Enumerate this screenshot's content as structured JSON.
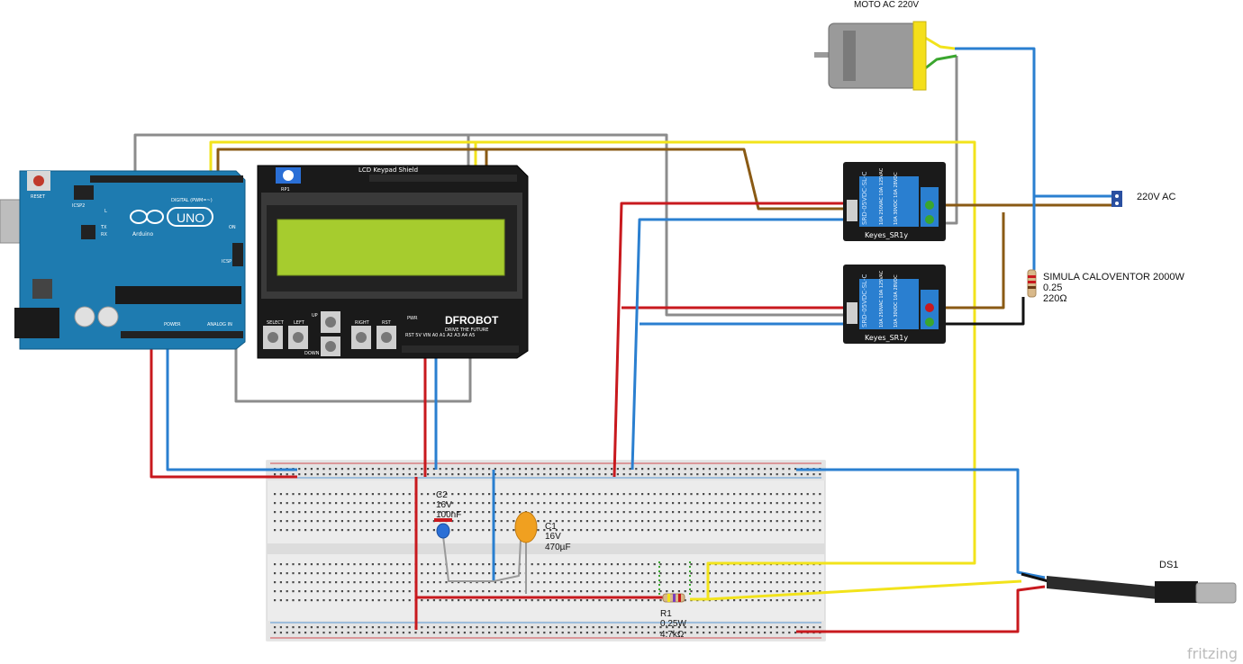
{
  "labels": {
    "motor": "MOTO AC 220V",
    "ac_source": "220V AC",
    "heater_name": "SIMULA CALOVENTOR 2000W",
    "heater_power": "0.25",
    "heater_value": "220Ω",
    "ds1": "DS1",
    "c2_name": "C2",
    "c2_voltage": "16V",
    "c2_value": "100nF",
    "c1_name": "C1",
    "c1_voltage": "16V",
    "c1_value": "470µF",
    "r1_name": "R1",
    "r1_power": "0.25W",
    "r1_value": "4.7kΩ",
    "watermark": "fritzing"
  },
  "arduino": {
    "brand": "Arduino",
    "model": "UNO",
    "reset": "RESET",
    "icsp2": "ICSP2",
    "icsp": "ICSP",
    "on": "ON",
    "tx": "TX",
    "rx": "RX",
    "l": "L",
    "digital": "DIGITAL (PWM=~)",
    "power": "POWER",
    "analog": "ANALOG IN"
  },
  "lcd_shield": {
    "title": "LCD Keypad Shield",
    "brand": "DFROBOT",
    "tagline": "DRIVE THE FUTURE",
    "rp1": "RP1",
    "buttons": [
      "SELECT",
      "LEFT",
      "UP",
      "DOWN",
      "RIGHT",
      "RST"
    ],
    "pwr": "PWR",
    "pin_labels": "RST  5V  VIN    A0 A1 A2 A3 A4 A5"
  },
  "relays": [
    {
      "name": "Keyes_SR1y",
      "model": "SRD-05VDC-SL-C",
      "ratings": [
        "10A 250VAC  10A 125VAC",
        "10A 30VDC  10A 28VDC"
      ]
    },
    {
      "name": "Keyes_SR1y",
      "model": "SRD-05VDC-SL-C",
      "ratings": [
        "10A 250VAC  10A 125VAC",
        "10A 30VDC  10A 28VDC"
      ]
    }
  ],
  "colors": {
    "arduino_blue": "#1e7bb0",
    "shield_black": "#1a1a1a",
    "lcd_green": "#a6cc2e",
    "wire_red": "#c8191e",
    "wire_blue": "#2a7fd0",
    "wire_yellow": "#f2e31b",
    "wire_gray": "#8c8c8c",
    "wire_brown": "#8a5a14",
    "wire_green": "#3aa62e",
    "wire_black": "#111111",
    "breadboard": "#ececec",
    "motor_yellow": "#f4df1b"
  }
}
